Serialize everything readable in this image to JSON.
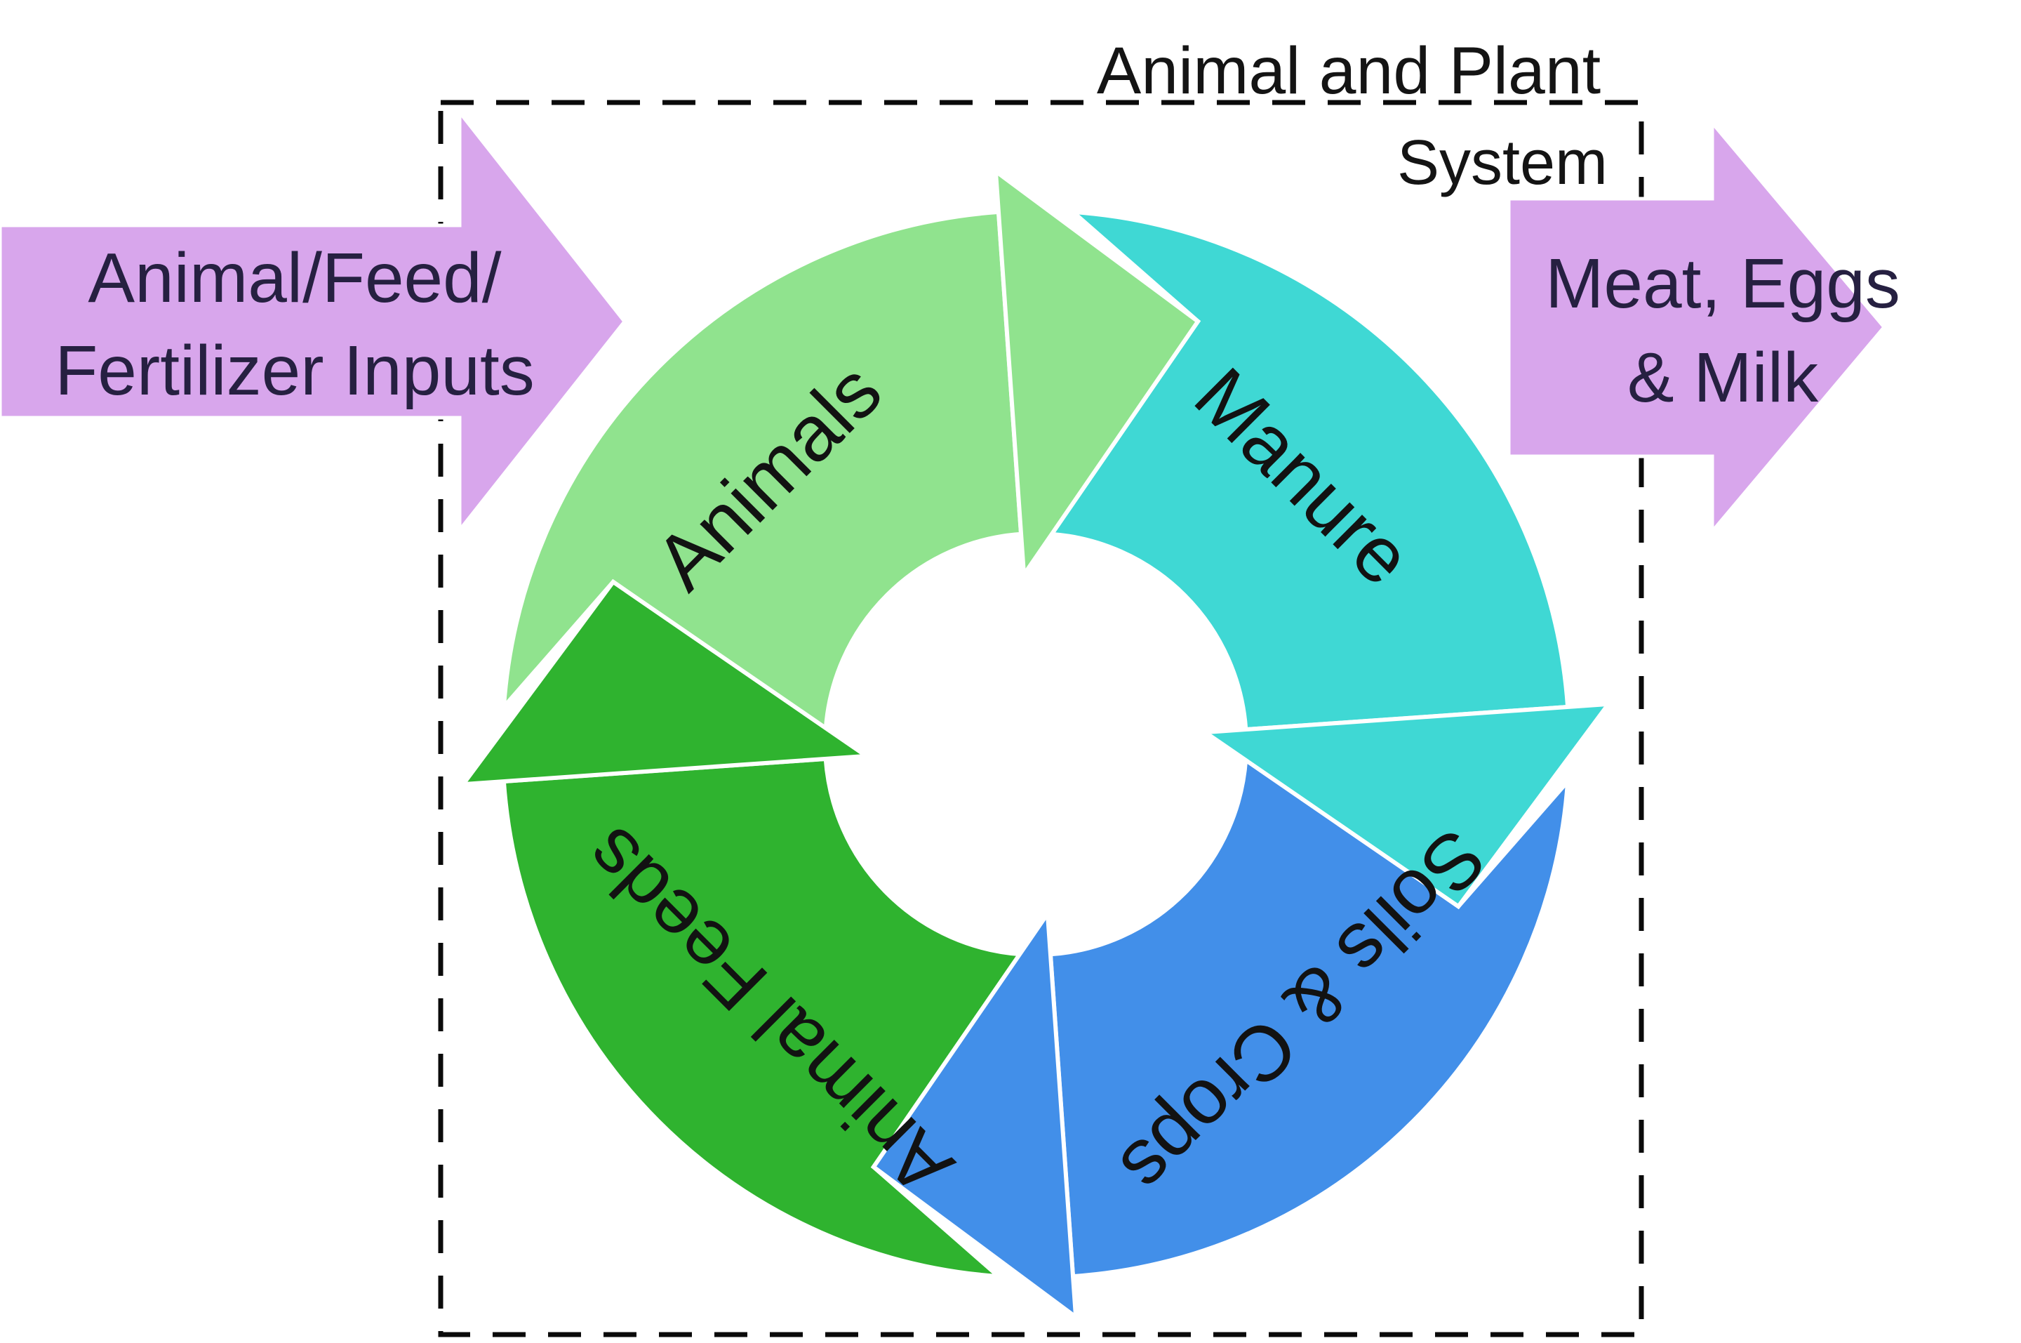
{
  "diagram": {
    "background_color": "#ffffff",
    "boundary": {
      "title_line1": "Animal and Plant",
      "title_line2": "System",
      "border_color": "#0a0a0a"
    },
    "input_arrow": {
      "line1": "Animal/Feed/",
      "line2": "Fertilizer Inputs",
      "color": "#d8a6ec",
      "text_color": "#262041"
    },
    "output_arrow": {
      "line1": "Meat, Eggs",
      "line2": "& Milk",
      "color": "#d8a6ec",
      "text_color": "#262041"
    },
    "cycle": [
      {
        "label": "Animals",
        "color": "#90e38e"
      },
      {
        "label": "Manure",
        "color": "#3fd8d4"
      },
      {
        "label": "Soils & Crops",
        "color": "#428fe9"
      },
      {
        "label": "Animal Feeds",
        "color": "#2fb32f"
      }
    ],
    "cycle_text_color": "#121212"
  }
}
